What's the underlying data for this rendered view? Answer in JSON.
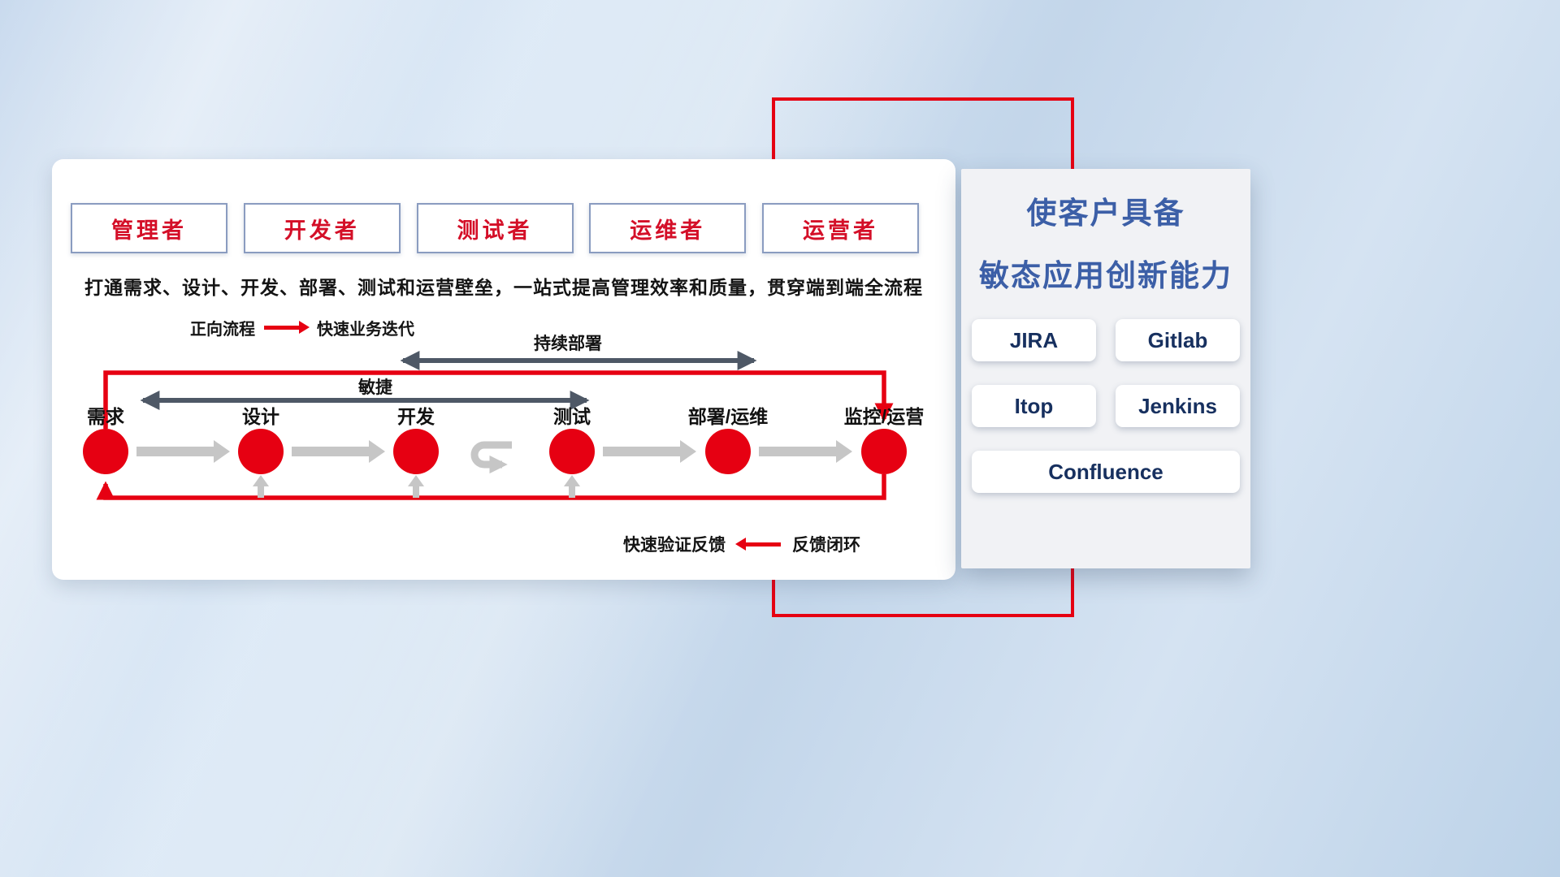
{
  "colors": {
    "red": "#e60012",
    "role_text_red": "#d40f28",
    "role_border_blue": "#8a9cc0",
    "dark_arrow": "#4e5866",
    "gray_arrow": "#c6c6c6",
    "panel_title_blue": "#3c5fa7",
    "tool_text_navy": "#17305f"
  },
  "icons": {
    "forward_arrow": "arrow-right",
    "feedback_arrow": "arrow-left",
    "iteration_loop": "loop-arrow"
  },
  "roles": [
    "管理者",
    "开发者",
    "测试者",
    "运维者",
    "运营者"
  ],
  "subtitle": "打通需求、设计、开发、部署、测试和运营壁垒，一站式提高管理效率和质量，贯穿端到端全流程",
  "forward_legend": {
    "label": "正向流程",
    "value": "快速业务迭代"
  },
  "span_arrows": {
    "continuous_deployment": "持续部署",
    "agile": "敏捷"
  },
  "pipeline": {
    "stages": [
      "需求",
      "设计",
      "开发",
      "测试",
      "部署/运维",
      "监控/运营"
    ]
  },
  "feedback_legend": {
    "label": "快速验证反馈",
    "value": "反馈闭环"
  },
  "right_panel": {
    "title_line1": "使客户具备",
    "title_line2": "敏态应用创新能力",
    "tools": [
      "JIRA",
      "Gitlab",
      "Itop",
      "Jenkins",
      "Confluence"
    ]
  }
}
